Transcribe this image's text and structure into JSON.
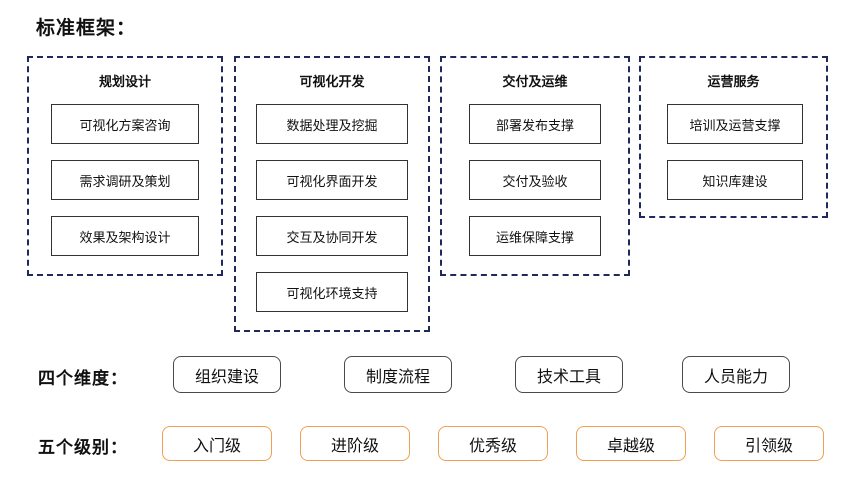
{
  "title": "标准框架：",
  "columns": [
    {
      "header": "规划设计",
      "items": [
        "可视化方案咨询",
        "需求调研及策划",
        "效果及架构设计"
      ]
    },
    {
      "header": "可视化开发",
      "items": [
        "数据处理及挖掘",
        "可视化界面开发",
        "交互及协同开发",
        "可视化环境支持"
      ]
    },
    {
      "header": "交付及运维",
      "items": [
        "部署发布支撑",
        "交付及验收",
        "运维保障支撑"
      ]
    },
    {
      "header": "运营服务",
      "items": [
        "培训及运营支撑",
        "知识库建设"
      ]
    }
  ],
  "dimensions": {
    "label": "四个维度：",
    "items": [
      "组织建设",
      "制度流程",
      "技术工具",
      "人员能力"
    ]
  },
  "levels": {
    "label": "五个级别：",
    "items": [
      "入门级",
      "进阶级",
      "优秀级",
      "卓越级",
      "引领级"
    ]
  },
  "colors": {
    "dashed_border": "#1f2a5a",
    "box_border": "#333333",
    "level_border": "#f0a050"
  }
}
